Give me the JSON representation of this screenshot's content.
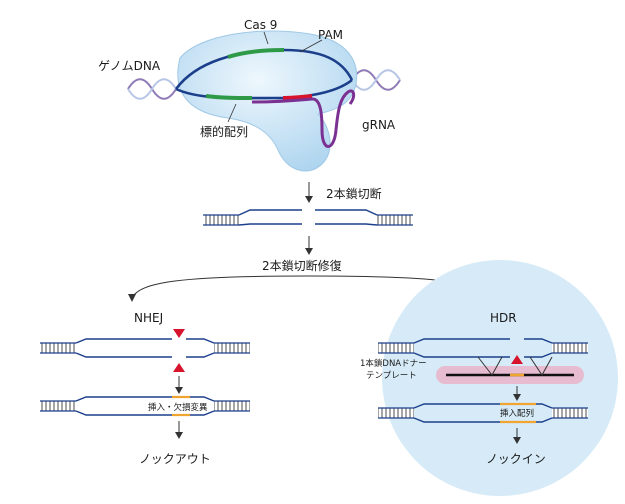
{
  "labels": {
    "cas9": "Cas 9",
    "pam": "PAM",
    "genome_dna": "ゲノムDNA",
    "target_sequence": "標的配列",
    "grna": "gRNA",
    "dsb": "2本鎖切断",
    "dsb_repair": "2本鎖切断修復",
    "nhej": "NHEJ",
    "hdr": "HDR",
    "indel": "挿入・欠損変異",
    "donor_template_line1": "1本鎖DNAドナー",
    "donor_template_line2": "テンプレート",
    "insert_sequence": "挿入配列",
    "knockout": "ノックアウト",
    "knockin": "ノックイン"
  },
  "colors": {
    "cas9_fill": "#cfe6f5",
    "dna_strand": "#1c3f8c",
    "pam_green": "#2e9a47",
    "grna_purple": "#7b3192",
    "target_red": "#d8132c",
    "hdr_bg": "#d6ebf7",
    "donor_pink": "#e7bcd0",
    "mutation_orange": "#f0a531",
    "cut_marker": "#d8132c"
  }
}
